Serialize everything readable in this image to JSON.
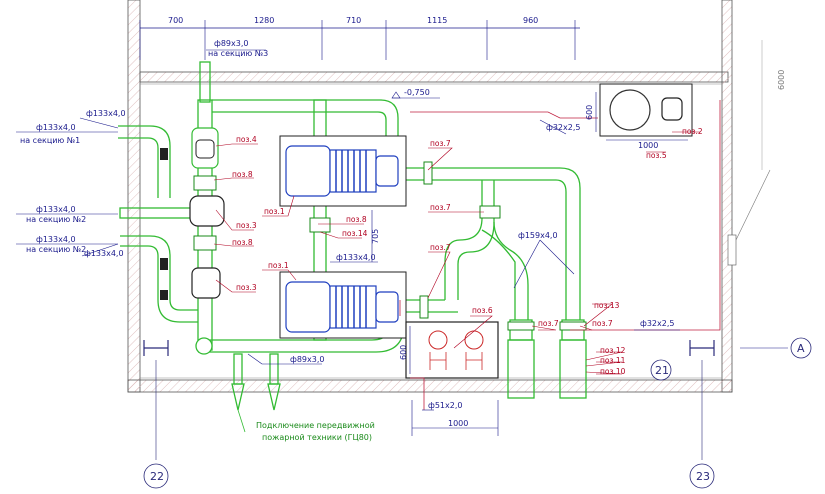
{
  "dimensions": {
    "top": [
      "700",
      "1280",
      "710",
      "1115",
      "960"
    ],
    "side_right": "6000",
    "v705": "705",
    "tank_depth": "600",
    "bottom_box_depth": "600",
    "bottom_width": "1000",
    "tank_width": "1000"
  },
  "level_mark": "-0,750",
  "pipe_labels": {
    "p89_top": "ф89х3,0",
    "p89_top_note": "на секцию №3",
    "p133_left1": "ф133х4,0",
    "p133_left1_note": "на секцию №1",
    "p133_left2": "ф133х4,0",
    "p133_left2_note": "на секцию №2",
    "p133_left3": "ф133х4,0",
    "p133_left3_note": "на секцию №2",
    "p133_left4": "ф133х4,0",
    "p133_mid": "ф133х4,0",
    "p159": "ф159х4,0",
    "p32_top": "ф32х2,5",
    "p32_right": "ф32х2,5",
    "p89_bottom": "ф89х3,0",
    "p51": "ф51х2,0"
  },
  "positions": {
    "poz4": "поз.4",
    "poz8a": "поз.8",
    "poz3a": "поз.3",
    "poz8b": "поз.8",
    "poz1a": "поз.1",
    "poz8c": "поз.8",
    "poz14": "поз.14",
    "poz3b": "поз.3",
    "poz1b": "поз.1",
    "poz7a": "поз.7",
    "poz7b": "поз.7",
    "poz7c": "поз.7",
    "poz7d": "поз.7",
    "poz7e": "поз.7",
    "poz6": "поз.6",
    "poz2": "поз.2",
    "poz5": "поз.5",
    "poz13": "поз.13",
    "poz12": "поз.12",
    "poz11": "поз.11",
    "poz10": "поз.10"
  },
  "fire_connection": {
    "line1": "Подключение передвижной",
    "line2": "пожарной техники (ГЦ80)"
  },
  "axes": {
    "a": "А",
    "n21": "21",
    "n22": "22",
    "n23": "23"
  },
  "colors": {
    "pipe": "#33bb33",
    "dimension": "#1a1a8c",
    "leader": "#b00020",
    "pump": "#1f3fbf",
    "wall_hatch": "#c8a0a0"
  }
}
